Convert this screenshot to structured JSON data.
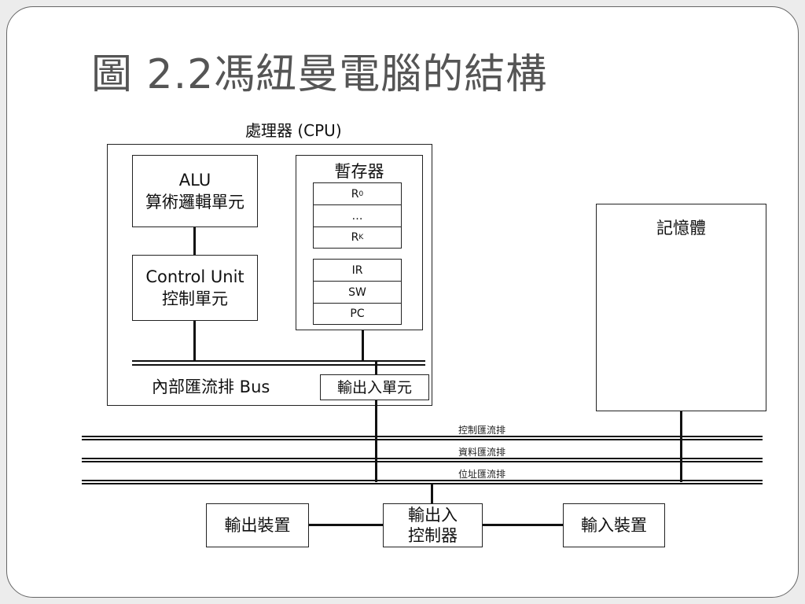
{
  "slide": {
    "title": "圖 2.2馮紐曼電腦的結構"
  },
  "cpu": {
    "label": "處理器 (CPU)",
    "alu": {
      "line1": "ALU",
      "line2": "算術邏輯單元"
    },
    "control_unit": {
      "line1": "Control Unit",
      "line2": "控制單元"
    },
    "registers": {
      "title": "暫存器",
      "general": [
        {
          "main": "R",
          "sub": "0"
        },
        {
          "main": "…",
          "sub": ""
        },
        {
          "main": "R",
          "sub": "K"
        }
      ],
      "special": [
        "IR",
        "SW",
        "PC"
      ]
    },
    "internal_bus_label": "內部匯流排 Bus",
    "io_unit": "輸出入單元"
  },
  "memory": {
    "label": "記憶體"
  },
  "system_bus": {
    "control": "控制匯流排",
    "data": "資料匯流排",
    "address": "位址匯流排"
  },
  "io": {
    "output_device": "輸出裝置",
    "controller": {
      "line1": "輸出入",
      "line2": "控制器"
    },
    "input_device": "輸入裝置"
  }
}
